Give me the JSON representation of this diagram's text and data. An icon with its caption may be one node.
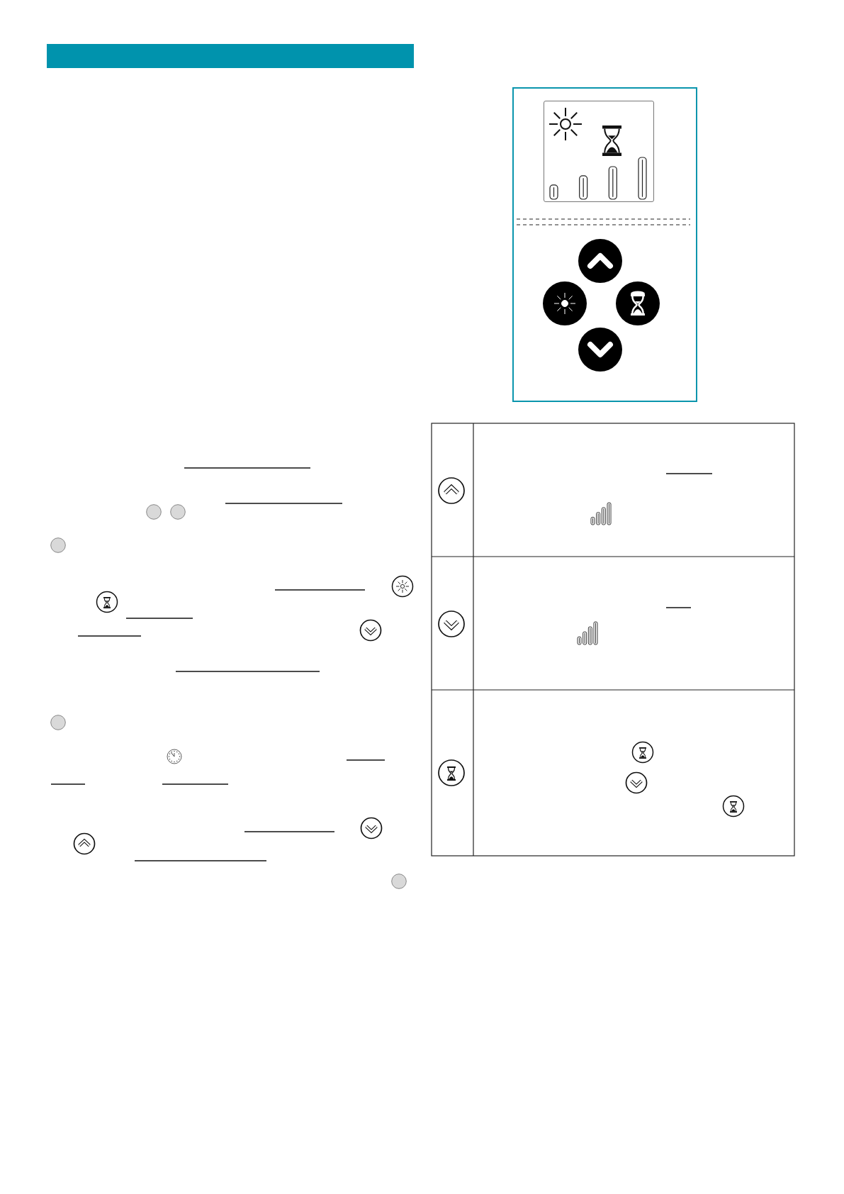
{
  "diagram": {
    "nodes": [
      {
        "text": [],
        "shape": "box"
      },
      {
        "text": [],
        "shape": "box",
        "in": 0
      },
      {
        "text": [],
        "shape": "circle",
        "in": 0
      },
      {
        "text": [],
        "shape": "circle",
        "in": 0
      },
      {
        "text": [],
        "shape": "circle",
        "in": 0
      },
      {
        "text": [],
        "shape": "circle",
        "in": 0
      }
    ]
  }
}
